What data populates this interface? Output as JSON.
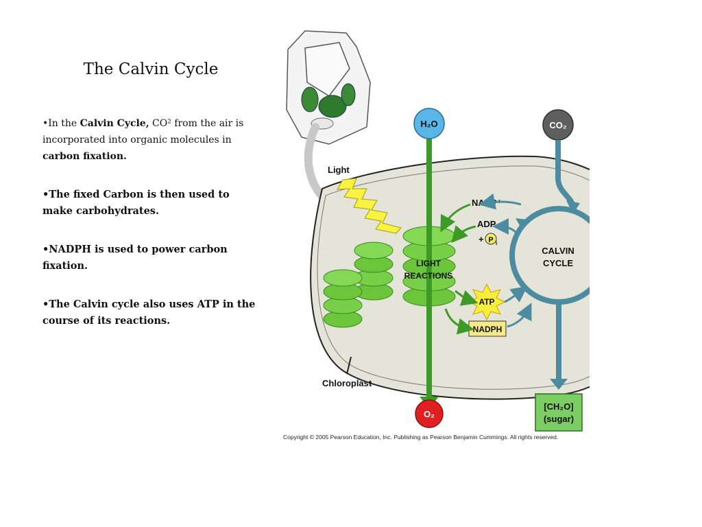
{
  "slide": {
    "title": "The Calvin Cycle",
    "bullets": [
      {
        "prefix": "•In the ",
        "term": "Calvin Cycle,",
        "mid": " CO² from the air is incorporated into organic molecules in ",
        "term2": "carbon fixation."
      },
      {
        "text": "•The fixed Carbon is then used to make carbohydrates."
      },
      {
        "text": "•NADPH is used to power carbon fixation."
      },
      {
        "text": "•The Calvin cycle also uses ATP in the course of its reactions."
      }
    ]
  },
  "diagram": {
    "labels": {
      "light": "Light",
      "h2o": "H₂O",
      "co2": "CO₂",
      "nadp": "NADP⁺",
      "adp": "ADP",
      "plus": "+",
      "p": "P",
      "pi_sub": "i",
      "light_reactions_line1": "LIGHT",
      "light_reactions_line2": "REACTIONS",
      "calvin_line1": "CALVIN",
      "calvin_line2": "CYCLE",
      "atp": "ATP",
      "nadph": "NADPH",
      "chloroplast": "Chloroplast",
      "o2": "O₂",
      "sugar_line1": "[CH₂O]",
      "sugar_line2": "(sugar)"
    },
    "colors": {
      "stroma": "#e4e4d8",
      "thylakoid": "#6cc63c",
      "water_arrow": "#3e9a26",
      "cycle": "#4d8ca0",
      "h2o_node": "#5ab6e6",
      "co2_node": "#5e5e5e",
      "o2_node": "#e02020",
      "sugar_box": "#7ccd63",
      "atp_star": "#f5ee3a",
      "nadph_box": "#f7e98a",
      "light_bolt": "#f8f240"
    },
    "copyright": "Copyright © 2005 Pearson Education, Inc. Publishing as Pearson Benjamin Cummings. All rights reserved."
  }
}
